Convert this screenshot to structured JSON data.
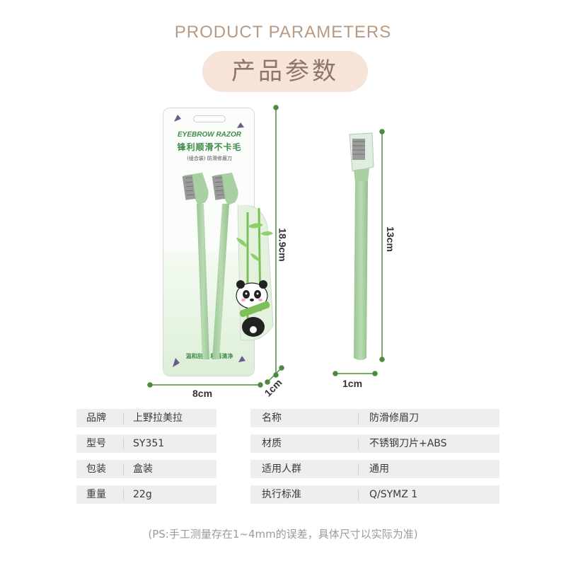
{
  "header": {
    "title_en": "PRODUCT PARAMETERS",
    "title_cn": "产品参数"
  },
  "package": {
    "brand_en": "EYEBROW RAZOR",
    "slogan": "锋利顺滑不卡毛",
    "subtitle": "(组合装) 防滑修眉刀",
    "footer": "温和刮感  利落清净"
  },
  "dimensions": {
    "package_height": "18.9cm",
    "package_width": "8cm",
    "package_depth": "1cm",
    "razor_length": "13cm",
    "razor_width": "1cm"
  },
  "specs": {
    "left": [
      {
        "key": "品牌",
        "value": "上野拉美拉"
      },
      {
        "key": "型号",
        "value": "SY351"
      },
      {
        "key": "包装",
        "value": "盒装"
      },
      {
        "key": "重量",
        "value": "22g"
      }
    ],
    "right": [
      {
        "key": "名称",
        "value": "防滑修眉刀"
      },
      {
        "key": "材质",
        "value": "不锈钢刀片+ABS"
      },
      {
        "key": "适用人群",
        "value": "通用"
      },
      {
        "key": "执行标准",
        "value": "Q/SYMZ 1"
      }
    ]
  },
  "note": "(PS:手工测量存在1~4mm的误差，具体尺寸以实际为准)",
  "colors": {
    "accent_pill": "#f6e4d9",
    "title_en": "#b79a84",
    "razor_green": "#a9cfa3",
    "dimension_green": "#4d8a3e",
    "row_bg": "#eeeeee"
  }
}
